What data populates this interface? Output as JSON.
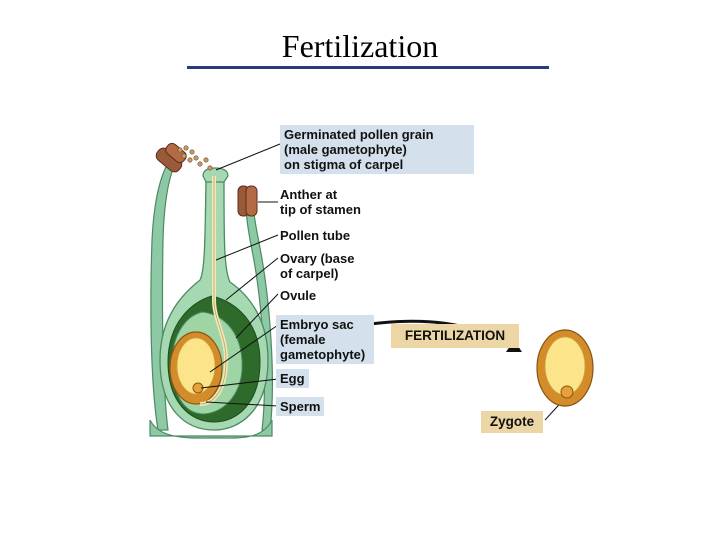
{
  "title": "Fertilization",
  "labels": {
    "pollen_grain": "Germinated pollen grain\n(male gametophyte)\non stigma of carpel",
    "anther": "Anther at\ntip of stamen",
    "pollen_tube": "Pollen tube",
    "ovary": "Ovary (base\nof carpel)",
    "ovule": "Ovule",
    "embryo_sac": "Embryo sac\n(female\ngametophyte)",
    "egg": "Egg",
    "sperm": "Sperm",
    "fertilization": "FERTILIZATION",
    "zygote": "Zygote"
  },
  "colors": {
    "title_rule": "#2e3a7e",
    "label_box": "#d4e1ec",
    "fertilization_box": "#ecd6a6",
    "stem_green": "#8cc9a4",
    "ovary_dark_green": "#2e6b2a",
    "ovule_orange": "#d48c2a",
    "embryo_sac_yellow": "#fbe48a",
    "anther_brown": "#9a5a3a"
  }
}
